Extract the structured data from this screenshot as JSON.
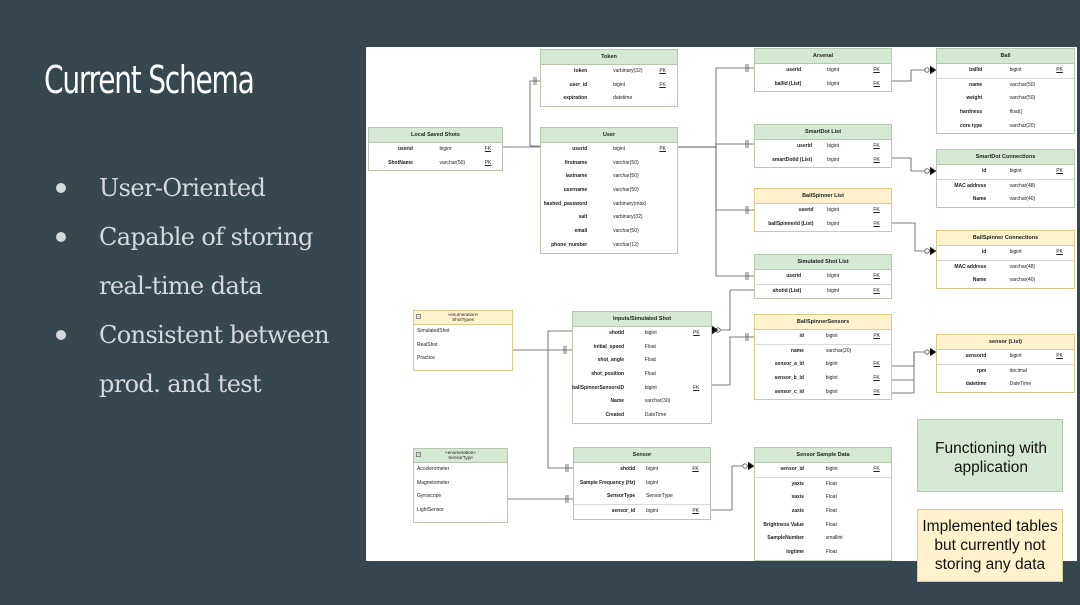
{
  "slide": {
    "title": "Current Schema",
    "bullets": [
      {
        "text": "User-Oriented"
      },
      {
        "text": "Capable of storing real-time data"
      },
      {
        "text": "Consistent between prod. and test"
      }
    ]
  },
  "legend": {
    "functioning": "Functioning with application",
    "implemented": "Implemented tables but currently not storing any data"
  },
  "colors": {
    "background": "#37474f",
    "functioning": "#d5e8d4",
    "implemented": "#fff2cc"
  },
  "tables": [
    {
      "key": "token",
      "title": "Token",
      "style": "green",
      "rows": [
        [
          "token",
          "varbinary(32)",
          "PK"
        ],
        [
          "user_id",
          "bigint",
          "FK"
        ],
        [
          "expiration",
          "datetime",
          ""
        ]
      ]
    },
    {
      "key": "local_saved_shots",
      "title": "Local Saved Shots",
      "style": "green",
      "rows": [
        [
          "userid",
          "bigint",
          "FK"
        ],
        [
          "ShotName",
          "varchar(50)",
          "PK"
        ]
      ]
    },
    {
      "key": "user",
      "title": "User",
      "style": "green",
      "rows": [
        [
          "userid",
          "bigint",
          "PK"
        ],
        [
          "firstname",
          "varchar(50)",
          ""
        ],
        [
          "lastname",
          "varchar(50)",
          ""
        ],
        [
          "username",
          "varchar(50)",
          ""
        ],
        [
          "hashed_password",
          "varbinary(max)",
          ""
        ],
        [
          "salt",
          "varbinary(32)",
          ""
        ],
        [
          "email",
          "varchar(50)",
          ""
        ],
        [
          "phone_number",
          "varchar(12)",
          ""
        ]
      ]
    },
    {
      "key": "arsenal",
      "title": "Arsenal",
      "style": "green",
      "rows": [
        [
          "userid",
          "bigint",
          "FK"
        ],
        [
          "ballId (List)",
          "bigint",
          "FK"
        ]
      ]
    },
    {
      "key": "ball",
      "title": "Ball",
      "style": "green",
      "rows": [
        [
          "ballid",
          "bigint",
          "PK"
        ],
        [
          "name",
          "varchar(50)",
          ""
        ],
        [
          "weight",
          "varchar(50)",
          ""
        ],
        [
          "hardness",
          "float()",
          ""
        ],
        [
          "core type",
          "varchar(20)",
          ""
        ]
      ]
    },
    {
      "key": "smartdot_list",
      "title": "SmartDot List",
      "style": "green",
      "rows": [
        [
          "userid",
          "bigint",
          "FK"
        ],
        [
          "smartDotId (List)",
          "bigint",
          "FK"
        ]
      ]
    },
    {
      "key": "smartdot_connections",
      "title": "SmartDot Connections",
      "style": "green",
      "rows": [
        [
          "id",
          "bigint",
          "PK"
        ],
        [
          "MAC address",
          "varchar(48)",
          ""
        ],
        [
          "Name",
          "varchar(40)",
          ""
        ]
      ]
    },
    {
      "key": "ballspinner_list",
      "title": "BallSpinner List",
      "style": "yellow",
      "rows": [
        [
          "userid",
          "bigint",
          "FK"
        ],
        [
          "ballSpinnerId (List)",
          "bigint",
          "FK"
        ]
      ]
    },
    {
      "key": "ballspinner_connections",
      "title": "BallSpinner Connections",
      "style": "yellow",
      "rows": [
        [
          "id",
          "bigint",
          "PK"
        ],
        [
          "MAC address",
          "varchar(48)",
          ""
        ],
        [
          "Name",
          "varchar(40)",
          ""
        ]
      ]
    },
    {
      "key": "simulated_shot_list",
      "title": "Simulated Shot List",
      "style": "green",
      "rows": [
        [
          "userid",
          "bigint",
          "FK"
        ],
        [
          "shotid (List)",
          "bigint",
          "FK"
        ]
      ]
    },
    {
      "key": "inputs_simulated_shot",
      "title": "Inputs/Simulated Shot",
      "style": "green",
      "rows": [
        [
          "shotid",
          "bigint",
          "PK"
        ],
        [
          "initial_speed",
          "Float",
          ""
        ],
        [
          "shot_angle",
          "Float",
          ""
        ],
        [
          "shot_position",
          "Float",
          ""
        ],
        [
          "ballSpinnerSensorsID",
          "bigint",
          "FK"
        ],
        [
          "Name",
          "varchar(30)",
          ""
        ],
        [
          "Created",
          "DateTime",
          ""
        ]
      ]
    },
    {
      "key": "ballspinner_sensors",
      "title": "BallSpinnerSensors",
      "style": "yellow",
      "rows": [
        [
          "id",
          "bigint",
          "PK"
        ],
        [
          "name",
          "varchar(20)",
          ""
        ],
        [
          "sensor_a_id",
          "bigint",
          "FK"
        ],
        [
          "sensor_b_id",
          "bigint",
          "FK"
        ],
        [
          "sensor_c_id",
          "bigint",
          "FK"
        ]
      ]
    },
    {
      "key": "sensor_list",
      "title": "sensor (List)",
      "style": "yellow",
      "rows": [
        [
          "sensorid",
          "bigint",
          "PK"
        ],
        [
          "rpm",
          "decimal",
          ""
        ],
        [
          "datetime",
          "DateTime",
          ""
        ]
      ]
    },
    {
      "key": "sensor",
      "title": "Sensor",
      "style": "green",
      "rows": [
        [
          "shotid",
          "bigint",
          "FK"
        ],
        [
          "Sample Frequency (Hz)",
          "bigint",
          ""
        ],
        [
          "SensorType",
          "SensorType",
          ""
        ],
        [
          "sensor_id",
          "bigint",
          "PK"
        ]
      ]
    },
    {
      "key": "sensor_sample_data",
      "title": "Sensor Sample Data",
      "style": "green",
      "rows": [
        [
          "sensor_id",
          "bigint",
          "FK"
        ],
        [
          "yaxis",
          "Float",
          ""
        ],
        [
          "xaxis",
          "Float",
          ""
        ],
        [
          "zaxis",
          "Float",
          ""
        ],
        [
          "Brightness Value",
          "Float",
          ""
        ],
        [
          "SampleNumber",
          "smallint",
          ""
        ],
        [
          "logtime",
          "Float",
          ""
        ]
      ]
    }
  ],
  "enums": [
    {
      "key": "shot_types",
      "stereotype": "«enumeration»",
      "title": "ShotTypes",
      "style": "yellow",
      "values": [
        "SimulatedShot",
        "RealShot",
        "Practice"
      ]
    },
    {
      "key": "sensor_type",
      "stereotype": "«enumeration»",
      "title": "SensorType",
      "style": "green",
      "values": [
        "Accelerometer",
        "Magnetometer",
        "Gyroscope",
        "LightSensor"
      ]
    }
  ]
}
